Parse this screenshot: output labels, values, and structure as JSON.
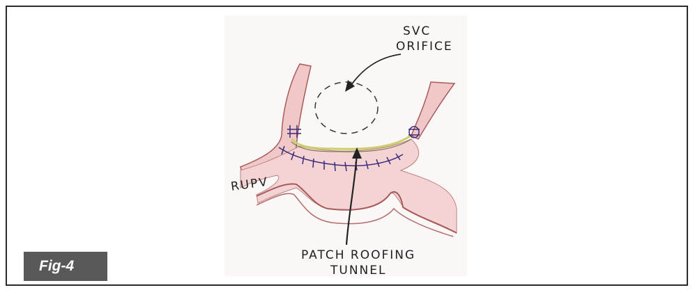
{
  "figure": {
    "label": "Fig-4",
    "annotations": {
      "svc_line1": "SVC",
      "svc_line2": "ORIFICE",
      "rupv": "RUPV",
      "patch_line1": "PATCH ROOFING",
      "patch_line2": "TUNNEL"
    },
    "colors": {
      "border": "#2a2a2a",
      "badge_bg": "#595959",
      "badge_text": "#ffffff",
      "tissue_fill": "#f3d3d3",
      "tissue_stroke": "#a85a5a",
      "suture": "#3c2a7a",
      "patch": "#c9cf6a"
    }
  }
}
